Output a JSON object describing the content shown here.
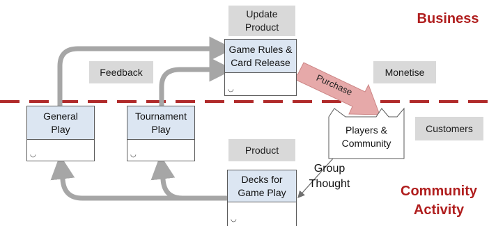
{
  "regions": {
    "business": "Business",
    "community": "Community\nActivity"
  },
  "tags": {
    "update_product": "Update\nProduct",
    "feedback": "Feedback",
    "monetise": "Monetise",
    "customers": "Customers",
    "product": "Product"
  },
  "nodes": {
    "game_rules": "Game Rules &\nCard Release",
    "general_play": "General\nPlay",
    "tournament_play": "Tournament\nPlay",
    "decks": "Decks for\nGame Play",
    "players": "Players &\nCommunity"
  },
  "flows": {
    "purchase": "Purchase",
    "group_thought": "Group\nThought"
  },
  "icons": {
    "node_glyph": "process-loop-icon"
  },
  "colors": {
    "divider": "#b02a2a",
    "region_text": "#b01e1e",
    "node_header": "#dce6f2",
    "tag_fill": "#d9d9d9",
    "flow_arrow": "#a6a6a6",
    "purchase_arrow": "#e6a9a9"
  }
}
